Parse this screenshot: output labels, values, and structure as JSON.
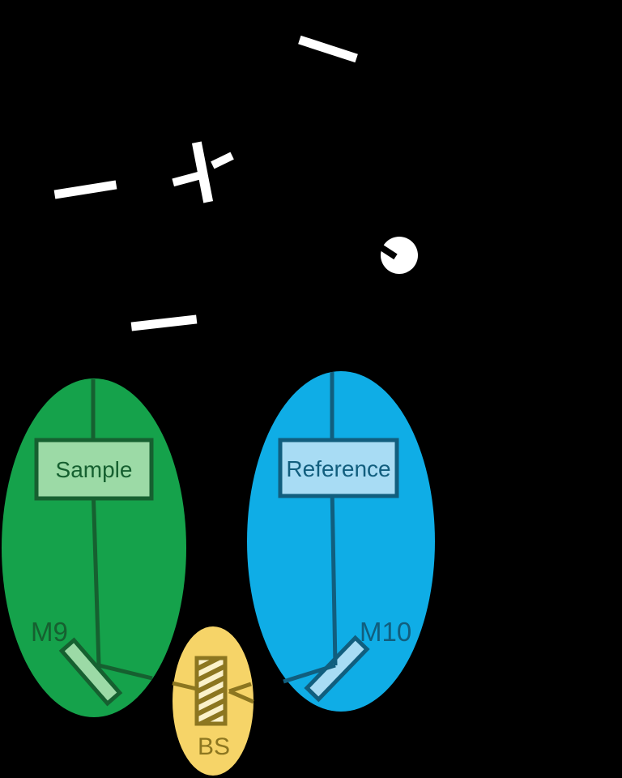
{
  "diagram": {
    "labels": {
      "sample": "Sample",
      "reference": "Reference",
      "mirror9": "M9",
      "mirror10": "M10",
      "beamsplitter": "BS"
    },
    "colors": {
      "background": "#000000",
      "white": "#ffffff",
      "green": "#15a24b",
      "green_dark": "#166030",
      "green_light": "#9cdaa6",
      "blue": "#0fade6",
      "blue_dark": "#115e7e",
      "blue_light": "#a8dcf4",
      "yellow": "#f6d468",
      "olive": "#8c7620",
      "cream": "#fbf2cb"
    },
    "icons": {
      "white_shapes": [
        "mirror-bar-top",
        "cross-long-bar",
        "cross-left-dash",
        "cross-right-dash",
        "mirror-bar-left",
        "mirror-bar-bottom",
        "chopper-wheel"
      ]
    }
  }
}
